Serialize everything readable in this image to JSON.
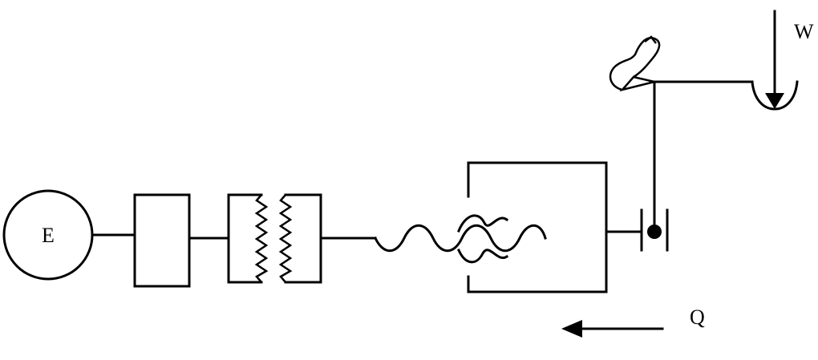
{
  "diagram": {
    "labels": {
      "source": "E",
      "load": "W",
      "flow": "Q"
    }
  }
}
